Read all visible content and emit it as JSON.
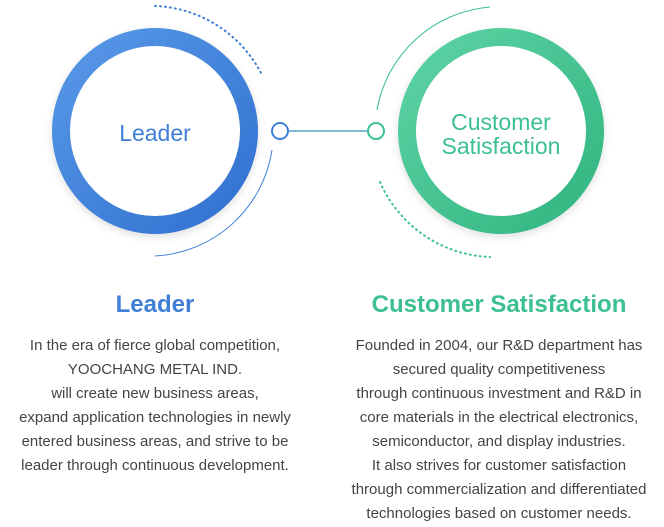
{
  "diagram": {
    "left_circle_label": "Leader",
    "right_circle_label_line1": "Customer",
    "right_circle_label_line2": "Satisfaction",
    "colors": {
      "blue": "#3f7fd6",
      "blue_light": "#5a9ae8",
      "green": "#3cc08f",
      "green_light": "#5fd4a6"
    }
  },
  "leader": {
    "title": "Leader",
    "lines": [
      "In the era of fierce global competition,",
      "YOOCHANG METAL IND.",
      "will create new business areas,",
      "expand application technologies in newly",
      "entered business areas, and strive to be",
      "leader through continuous development."
    ]
  },
  "customer_satisfaction": {
    "title": "Customer Satisfaction",
    "lines": [
      "Founded in 2004, our R&D department has",
      "secured quality competitiveness",
      "through continuous investment and R&D in",
      "core materials in the electrical electronics,",
      "semiconductor, and display industries.",
      "It also strives for customer satisfaction",
      "through commercialization and differentiated",
      "technologies based on customer needs."
    ]
  }
}
